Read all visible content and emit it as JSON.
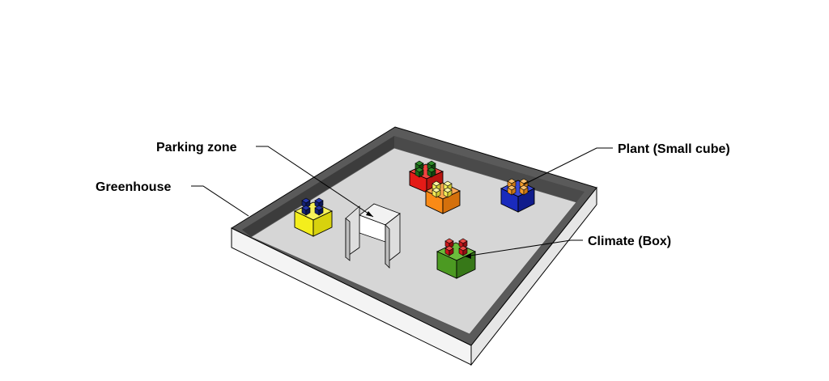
{
  "labels": {
    "greenhouse": "Greenhouse",
    "parking_zone": "Parking zone",
    "plant": "Plant (Small cube)",
    "climate": "Climate (Box)"
  },
  "colors": {
    "background": "#ffffff",
    "floor": "#d6d6d6",
    "wall_top": "#5a5a5a",
    "wall_inner": "#3c3c3c",
    "wall_outer": "#f2f2f2",
    "outline": "#000000",
    "box_yellow": "#f4ee1c",
    "box_red": "#e41b17",
    "box_orange": "#f98a16",
    "box_blue": "#1a2bbd",
    "box_green": "#4c9a22",
    "cube_navy": "#142274",
    "cube_dark_green": "#1e6b1a",
    "cube_yellow": "#f3ec58",
    "cube_orange": "#f39a2a",
    "cube_red": "#c9161a",
    "parking_panel": "#ececec"
  },
  "objects": {
    "climate_boxes": [
      {
        "name": "yellow-box",
        "color": "box_yellow",
        "cube_color": "cube_navy"
      },
      {
        "name": "red-box",
        "color": "box_red",
        "cube_color": "cube_dark_green"
      },
      {
        "name": "orange-box",
        "color": "box_orange",
        "cube_color": "cube_yellow"
      },
      {
        "name": "blue-box",
        "color": "box_blue",
        "cube_color": "cube_orange"
      },
      {
        "name": "green-box",
        "color": "box_green",
        "cube_color": "cube_red"
      }
    ]
  }
}
